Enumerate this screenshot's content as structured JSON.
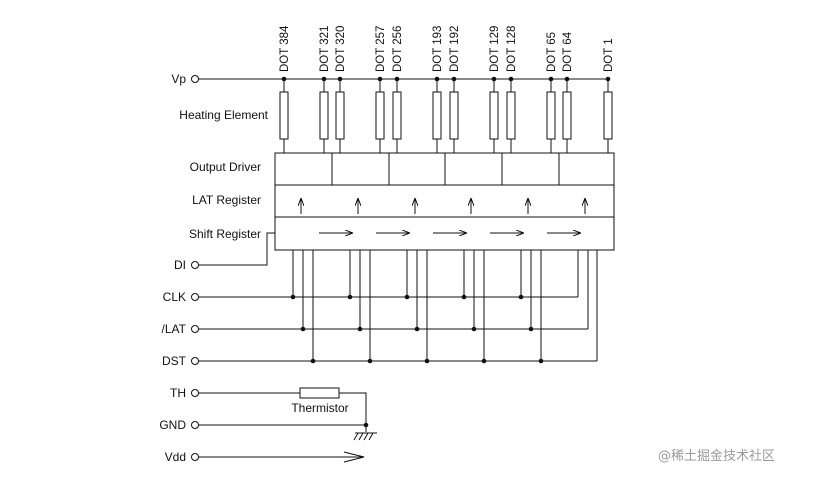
{
  "pins": {
    "vp": "Vp",
    "di": "DI",
    "clk": "CLK",
    "lat": "/LAT",
    "dst": "DST",
    "th": "TH",
    "gnd": "GND",
    "vdd": "Vdd"
  },
  "blocks": {
    "heating_element": "Heating Element",
    "output_driver": "Output Driver",
    "lat_register": "LAT Register",
    "shift_register": "Shift Register"
  },
  "thermistor": "Thermistor",
  "dots": [
    "DOT 384",
    "DOT 321",
    "DOT 320",
    "DOT 257",
    "DOT 256",
    "DOT 193",
    "DOT 192",
    "DOT 129",
    "DOT 128",
    "DOT 65",
    "DOT 64",
    "DOT 1"
  ],
  "watermark": "@稀土掘金技术社区"
}
